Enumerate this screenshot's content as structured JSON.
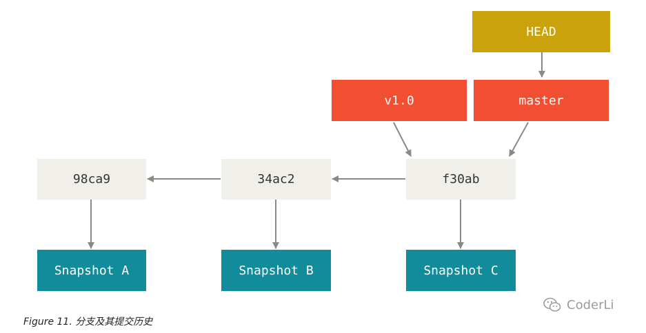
{
  "nodes": {
    "head": "HEAD",
    "tag_v1": "v1.0",
    "branch_master": "master",
    "commit_98ca9": "98ca9",
    "commit_34ac2": "34ac2",
    "commit_f30ab": "f30ab",
    "snapshot_a": "Snapshot A",
    "snapshot_b": "Snapshot B",
    "snapshot_c": "Snapshot C"
  },
  "caption": "Figure 11. 分支及其提交历史",
  "watermark": "CoderLi",
  "colors": {
    "commit_fill": "#f0efea",
    "snapshot_fill": "#128c9a",
    "ref_fill": "#f14e32",
    "head_fill": "#c9a20c",
    "arrow": "#8a8a85"
  }
}
